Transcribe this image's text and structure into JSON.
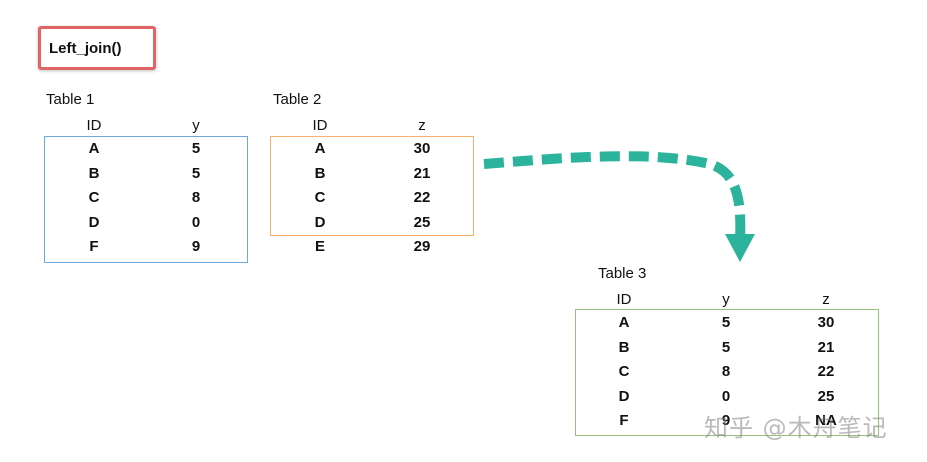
{
  "title": "Left_join()",
  "table1": {
    "caption": "Table 1",
    "headers": [
      "ID",
      "y"
    ],
    "rows": [
      [
        "A",
        "5"
      ],
      [
        "B",
        "5"
      ],
      [
        "C",
        "8"
      ],
      [
        "D",
        "0"
      ],
      [
        "F",
        "9"
      ]
    ]
  },
  "table2": {
    "caption": "Table 2",
    "headers": [
      "ID",
      "z"
    ],
    "rows": [
      [
        "A",
        "30"
      ],
      [
        "B",
        "21"
      ],
      [
        "C",
        "22"
      ],
      [
        "D",
        "25"
      ],
      [
        "E",
        "29"
      ]
    ]
  },
  "table3": {
    "caption": "Table 3",
    "headers": [
      "ID",
      "y",
      "z"
    ],
    "rows": [
      [
        "A",
        "5",
        "30"
      ],
      [
        "B",
        "5",
        "21"
      ],
      [
        "C",
        "8",
        "22"
      ],
      [
        "D",
        "0",
        "25"
      ],
      [
        "F",
        "9",
        "NA"
      ]
    ]
  },
  "watermark": "知乎 @木舟笔记",
  "colors": {
    "title_border": "#e06666",
    "table1_border": "#6fa8dc",
    "table2_border": "#f6b26b",
    "table3_border": "#93c47d",
    "arrow": "#2bb39b"
  }
}
